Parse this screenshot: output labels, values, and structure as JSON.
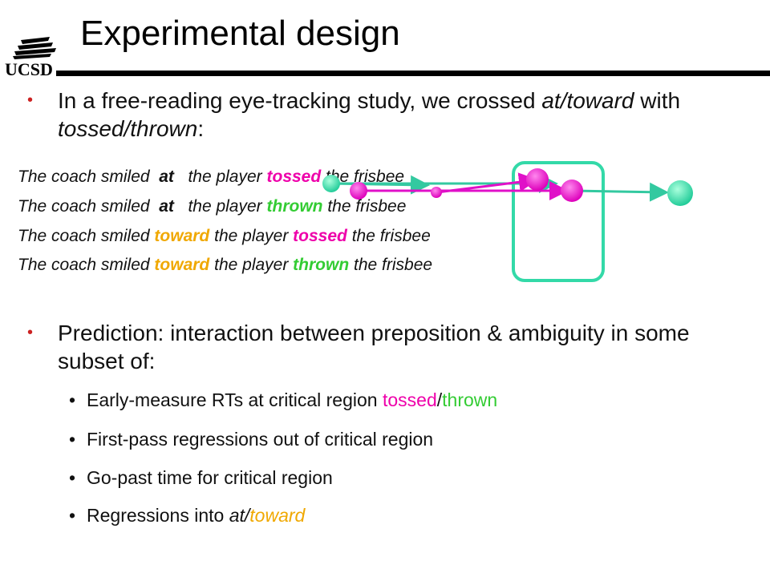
{
  "logo": {
    "text": "UCSD"
  },
  "title": "Experimental design",
  "bullets": {
    "b1": {
      "pre": "In a free-reading eye-tracking study, we crossed ",
      "at_toward": "at/toward",
      "mid": " with ",
      "tossed_thrown": "tossed/thrown",
      "end": ":"
    },
    "b2": {
      "text": "Prediction: interaction between preposition & ambiguity in some subset of:"
    }
  },
  "sentences": [
    {
      "start": "The coach smiled ",
      "prep": " at ",
      "pad": "  ",
      "mid": "the player ",
      "verb": "tossed",
      "end": " the frisbee"
    },
    {
      "start": "The coach smiled ",
      "prep": " at ",
      "pad": "  ",
      "mid": "the player ",
      "verb": "thrown",
      "end": " the frisbee"
    },
    {
      "start": "The coach smiled ",
      "prep": "toward",
      "pad": " ",
      "mid": "the player ",
      "verb": "tossed",
      "end": " the frisbee"
    },
    {
      "start": "The coach smiled ",
      "prep": "toward",
      "pad": " ",
      "mid": "the player ",
      "verb": "thrown",
      "end": " the frisbee"
    }
  ],
  "sub_bullets": {
    "s1": {
      "pre": "Early-measure RTs at critical region ",
      "tossed": "tossed",
      "slash": "/",
      "thrown": "thrown"
    },
    "s2": {
      "text": "First-pass regressions out of critical region"
    },
    "s3": {
      "text": "Go-past time for critical region"
    },
    "s4": {
      "pre": "Regressions into ",
      "at": "at/",
      "toward": "toward"
    }
  },
  "colors": {
    "tossed": "#ee00aa",
    "thrown": "#33cc33",
    "toward": "#f0a800",
    "bullet": "#cc2222",
    "fixation_green": "#44ddaa",
    "fixation_magenta": "#ee11cc"
  }
}
